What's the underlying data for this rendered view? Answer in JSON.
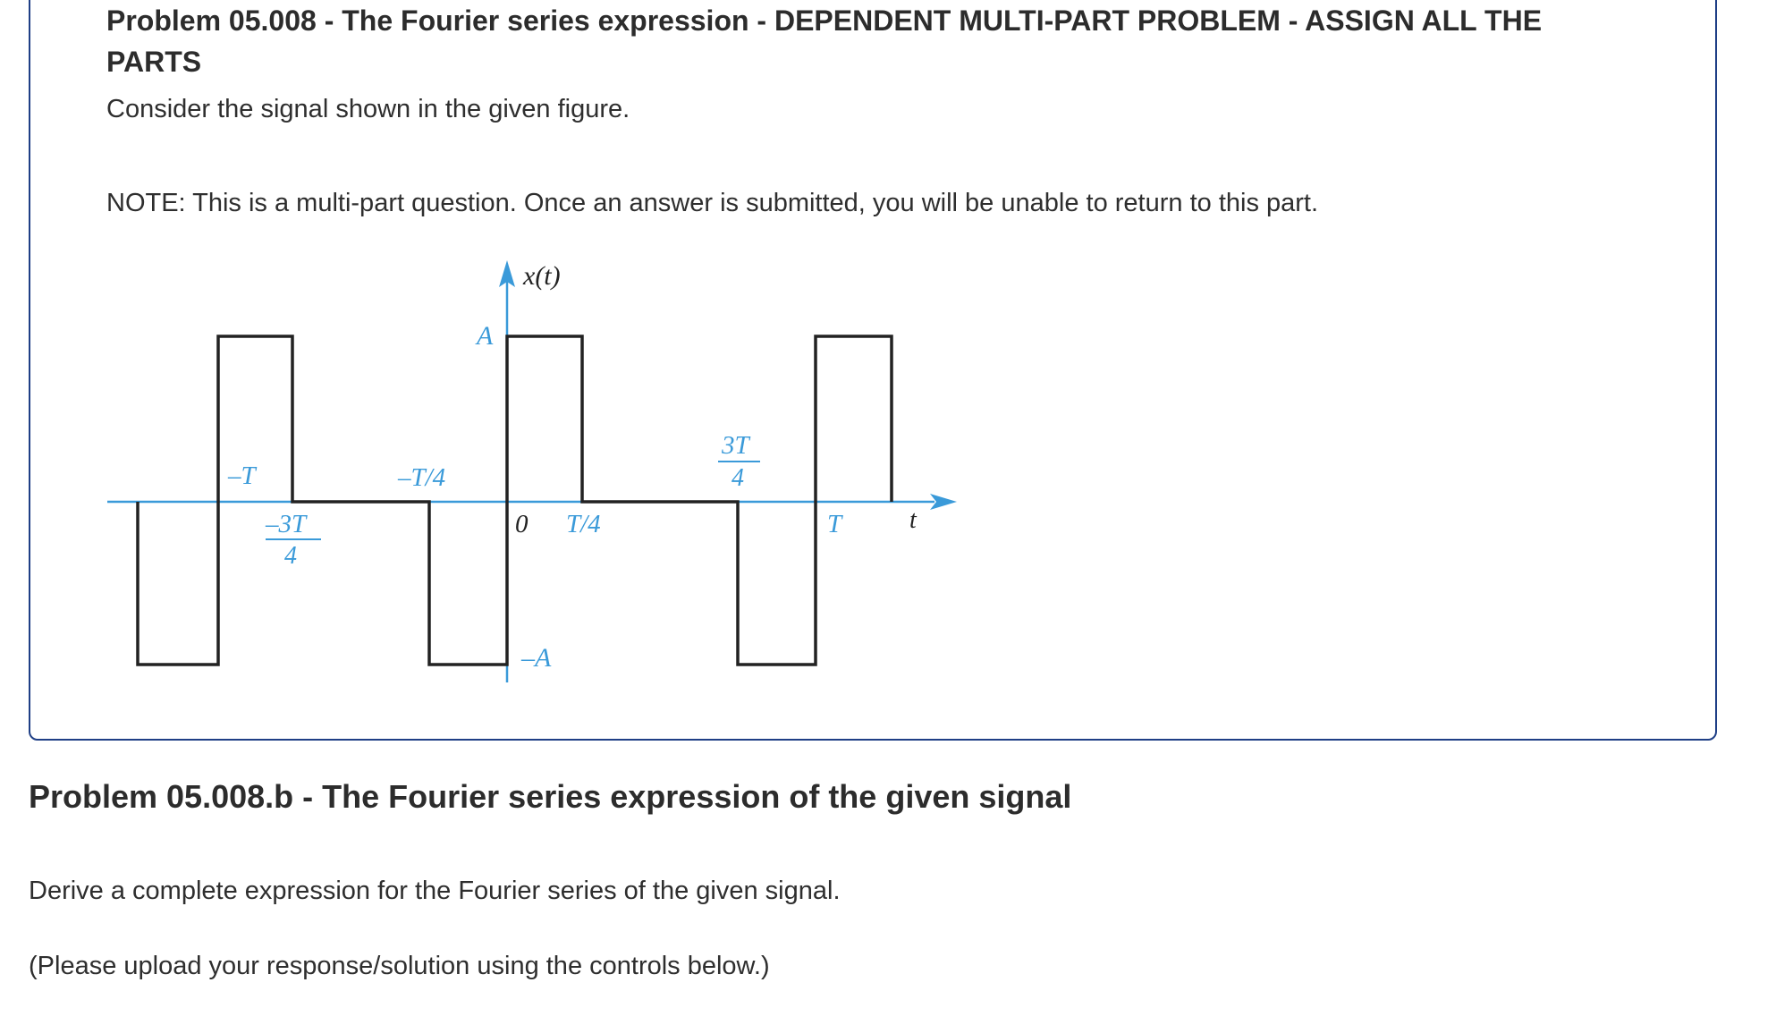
{
  "problem": {
    "title": "Problem 05.008 - The Fourier series expression - DEPENDENT MULTI-PART PROBLEM - ASSIGN ALL THE PARTS",
    "intro": "Consider the signal shown in the given figure.",
    "note": "NOTE: This is a multi-part question. Once an answer is submitted, you will be unable to return to this part."
  },
  "figure": {
    "y_axis_label": "x(t)",
    "x_axis_label": "t",
    "amplitude_pos_label": "A",
    "amplitude_neg_label": "–A",
    "tick_neg_T": "–T",
    "tick_neg_3T_num": "–3T",
    "tick_neg_3T_den": "4",
    "tick_neg_T4": "–T/4",
    "tick_zero": "0",
    "tick_T4": "T/4",
    "tick_3T_num": "3T",
    "tick_3T_den": "4",
    "tick_T": "T",
    "colors": {
      "axis": "#3a9ad9",
      "signal": "#222222"
    }
  },
  "part": {
    "title": "Problem 05.008.b - The Fourier series expression of the given signal",
    "instruction": "Derive a complete expression for the Fourier series of the given signal.",
    "upload_note": "(Please upload your response/solution using the controls below.)"
  }
}
